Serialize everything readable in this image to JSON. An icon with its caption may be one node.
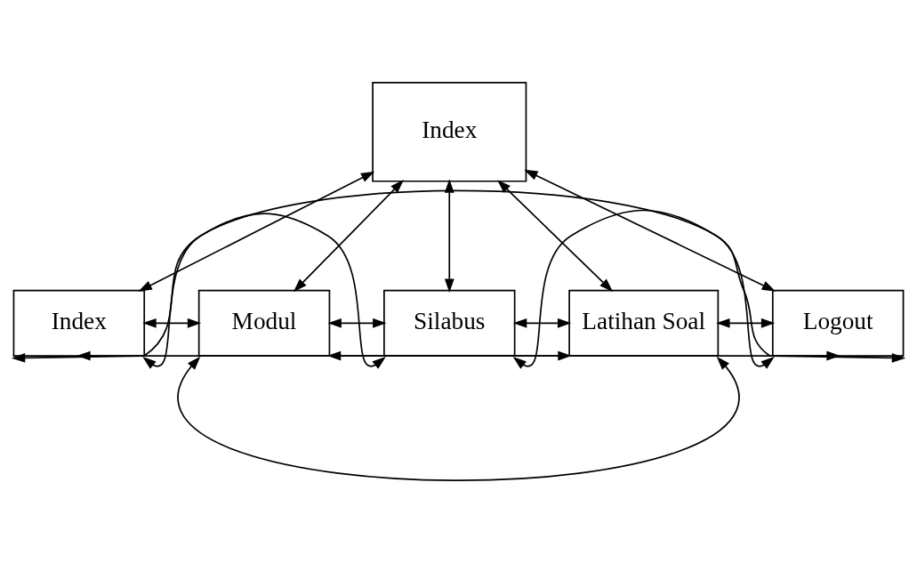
{
  "diagram": {
    "nodes": [
      {
        "text": [
          "Index"
        ]
      },
      {
        "text": [
          "Index"
        ]
      },
      {
        "text": [
          "Modul"
        ]
      },
      {
        "text": [
          "Silabus"
        ]
      },
      {
        "text": [
          "Latihan Soal"
        ]
      },
      {
        "text": [
          "Logout"
        ]
      }
    ],
    "edges": [
      {
        "from": 0,
        "to": 1,
        "arrow": "both"
      },
      {
        "from": 0,
        "to": 2,
        "arrow": "both"
      },
      {
        "from": 0,
        "to": 3,
        "arrow": "both"
      },
      {
        "from": 0,
        "to": 4,
        "arrow": "both"
      },
      {
        "from": 0,
        "to": 5,
        "arrow": "both"
      },
      {
        "from": 1,
        "to": 2,
        "arrow": "both"
      },
      {
        "from": 1,
        "to": 3,
        "arrow": "both"
      },
      {
        "from": 1,
        "to": 4,
        "arrow": "both"
      },
      {
        "from": 1,
        "to": 5,
        "arrow": "both"
      },
      {
        "from": 2,
        "to": 3,
        "arrow": "both"
      },
      {
        "from": 2,
        "to": 4,
        "arrow": "both"
      },
      {
        "from": 2,
        "to": 5,
        "arrow": "both"
      },
      {
        "from": 3,
        "to": 4,
        "arrow": "both"
      },
      {
        "from": 3,
        "to": 5,
        "arrow": "both"
      },
      {
        "from": 4,
        "to": 5,
        "arrow": "both"
      }
    ]
  }
}
